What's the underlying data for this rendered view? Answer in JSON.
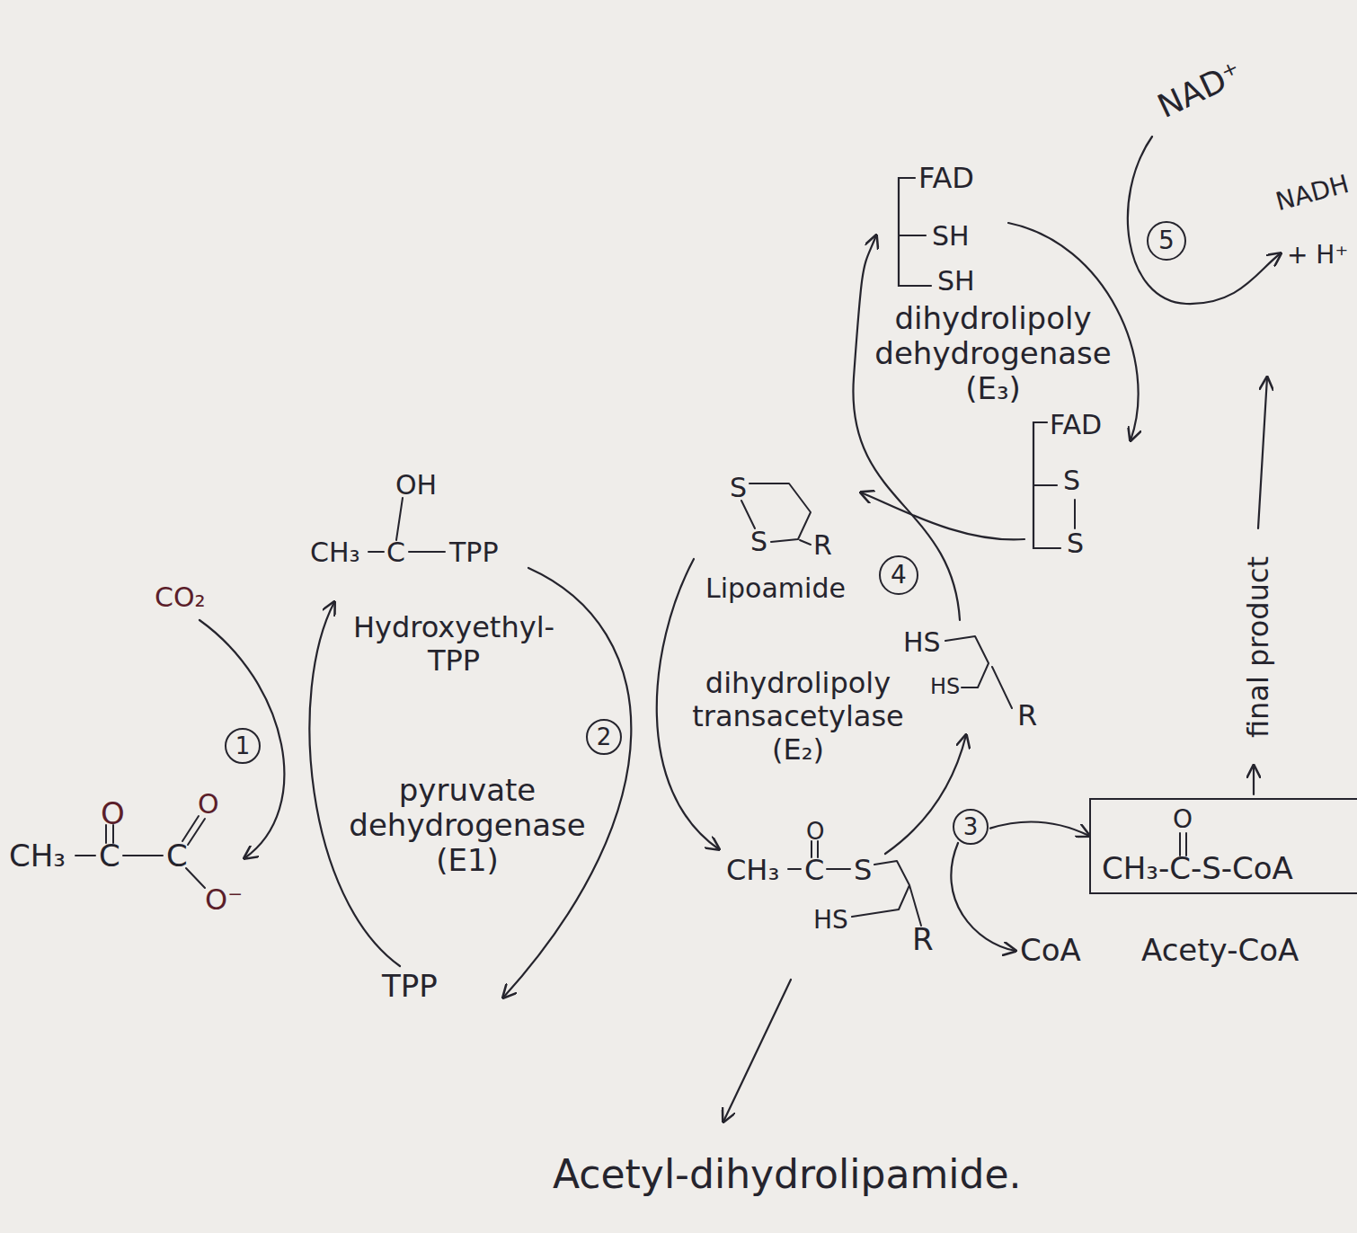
{
  "diagram": {
    "nodes": [
      {
        "text": [
          "1"
        ]
      },
      {
        "text": [
          "2"
        ]
      },
      {
        "text": [
          "3"
        ]
      },
      {
        "text": [
          "4"
        ]
      },
      {
        "text": [
          "5"
        ]
      },
      {
        "text": [
          "CH₃-C-S-CoA"
        ]
      }
    ],
    "edges": [
      {
        "from": 2,
        "to": 5,
        "arrow": "to"
      }
    ],
    "labels": [
      "NAD⁺",
      "FAD",
      "NADH",
      "SH",
      "+ H⁺",
      "SH",
      "dihydrolipoly dehydrogenase (E₃)",
      "FAD",
      "S",
      "OH",
      "S",
      "S",
      "R",
      "S",
      "CH₃",
      "C",
      "TPP",
      "Lipoamide",
      "Hydroxyethyl- TPP",
      "CO₂",
      "final product",
      "HS",
      "dihydrolipoly transacetylase (E₂)",
      "HS",
      "R",
      "O",
      "O",
      "pyruvate dehydrogenase (E1)",
      "O",
      "O",
      "CH₃",
      "C",
      "C",
      "CH₃",
      "C",
      "S",
      "O⁻",
      "HS",
      "R",
      "CoA",
      "Acety-CoA",
      "TPP",
      "Acetyl-dihydrolipamide."
    ]
  }
}
